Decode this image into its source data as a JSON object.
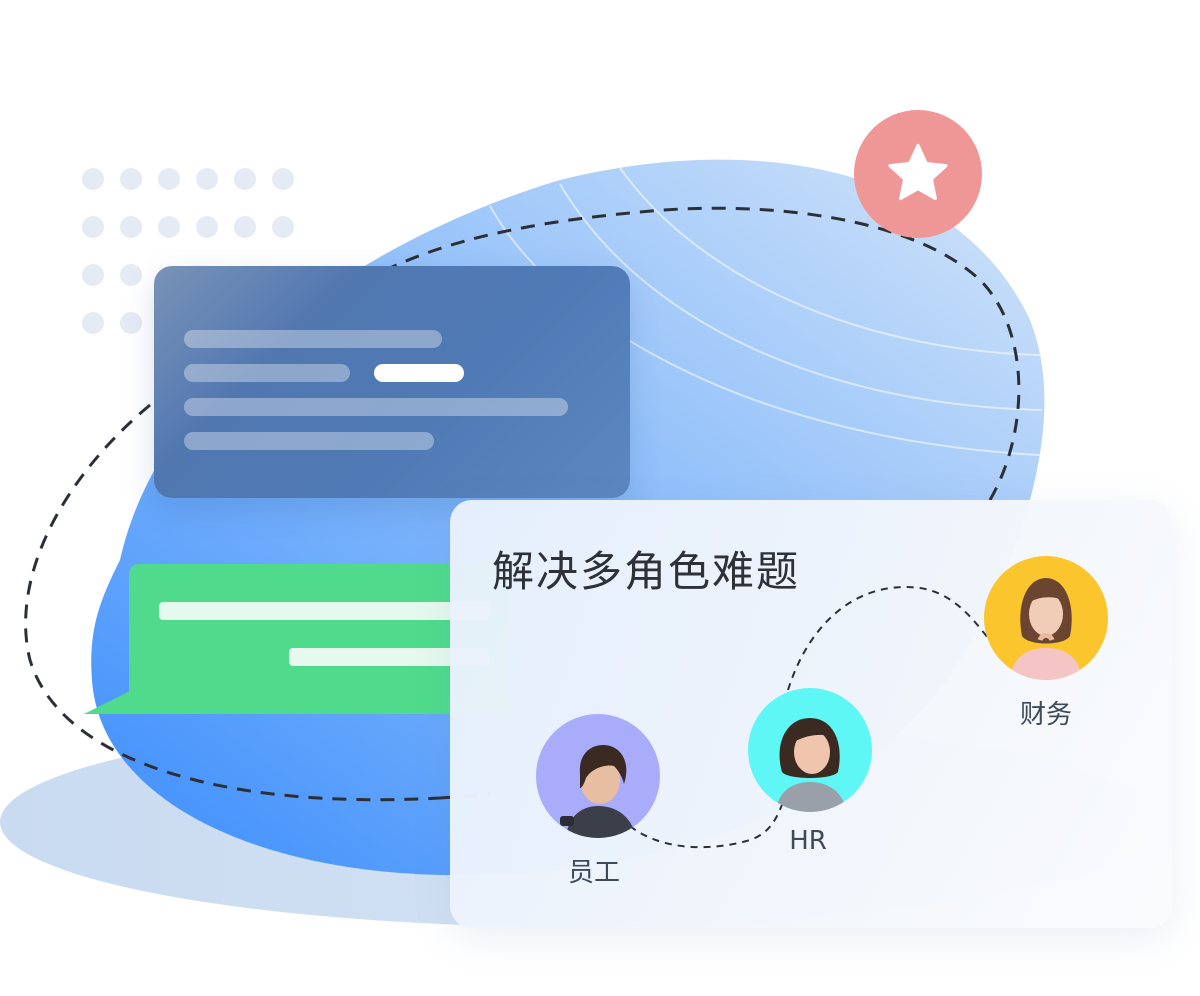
{
  "panel": {
    "title": "解决多角色难题"
  },
  "roles": [
    {
      "label": "员工",
      "avatar_color": "#a9acfb"
    },
    {
      "label": "HR",
      "avatar_color": "#5ff6f6"
    },
    {
      "label": "财务",
      "avatar_color": "#fbc52d"
    }
  ],
  "colors": {
    "blob_blue": "#3d8ffc",
    "doc_card": "#5079b3",
    "chat_green": "#4fdb8b",
    "star_badge": "#ef9696",
    "dots": "#e4ebf5"
  },
  "icons": {
    "badge": "star-icon"
  }
}
